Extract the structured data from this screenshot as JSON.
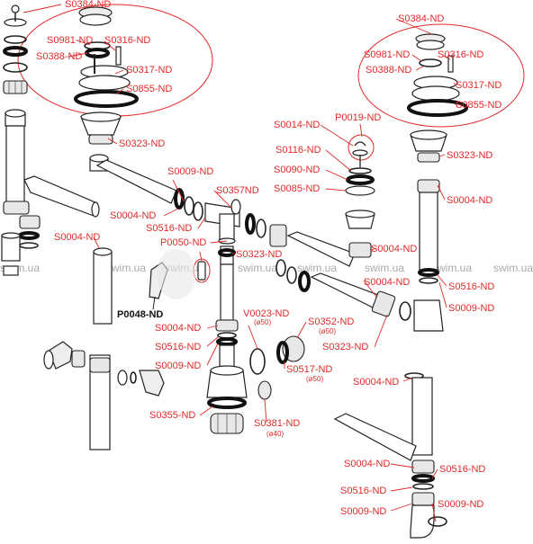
{
  "diagram": {
    "parts": {
      "s0384_left": "S0384-ND",
      "s0981_left": "S0981-ND",
      "s0316_left": "S0316-ND",
      "s0388_left": "S0388-ND",
      "s0317_left": "S0317-ND",
      "s0855_left": "S0855-ND",
      "s0323_a": "S0323-ND",
      "s0009_a": "S0009-ND",
      "s0357": "S0357ND",
      "s0004_a": "S0004-ND",
      "s0516_a": "S0516-ND",
      "s0004_b": "S0004-ND",
      "p0050": "P0050-ND",
      "s0323_b": "S0323-ND",
      "p0048": "P0048-ND",
      "s0004_c": "S0004-ND",
      "s0516_b": "S0516-ND",
      "s0009_b": "S0009-ND",
      "v0023": "V0023-ND",
      "v0023_sub": "(ø50)",
      "s0352": "S0352-ND",
      "s0352_sub": "(ø50)",
      "s0517": "S0517-ND",
      "s0517_sub": "(ø50)",
      "s0355": "S0355-ND",
      "s0381": "S0381-ND",
      "s0381_sub": "(ø40)",
      "s0014": "S0014-ND",
      "p0019": "P0019-ND",
      "s0116": "S0116-ND",
      "s0090": "S0090-ND",
      "s0085": "S0085-ND",
      "s0004_d": "S0004-ND",
      "s0004_e": "S0004-ND",
      "s0323_c": "S0323-ND",
      "s0384_right": "S0384-ND",
      "s0981_right": "S0981-ND",
      "s0316_right": "S0316-ND",
      "s0388_right": "S0388-ND",
      "s0317_right": "S0317-ND",
      "s0855_right": "S0855-ND",
      "s0323_d": "S0323-ND",
      "s0004_f": "S0004-ND",
      "s0516_c": "S0516-ND",
      "s0009_c": "S0009-ND",
      "s0004_g": "S0004-ND",
      "s0004_h": "S0004-ND",
      "s0516_d": "S0516-ND",
      "s0516_e": "S0516-ND",
      "s0009_d": "S0009-ND",
      "s0009_e": "S0009-ND"
    },
    "watermark": "swim.ua",
    "colors": {
      "label": "#e02a2a",
      "outline": "#222222",
      "watermark": "#9a9a9a"
    }
  }
}
